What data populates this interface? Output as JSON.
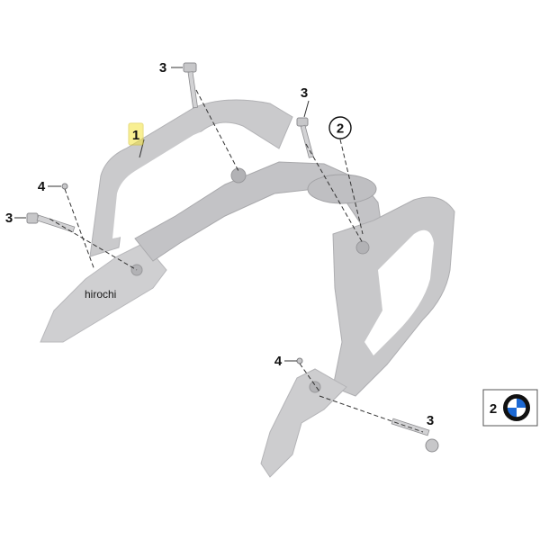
{
  "diagram": {
    "callouts": {
      "part_1": "1",
      "part_2": "2",
      "bolt_top": "3",
      "bolt_center": "3",
      "bolt_left": "3",
      "bolt_bottom_right": "3",
      "washer_left": "4",
      "washer_right": "4"
    },
    "watermark": "hirochi",
    "logo_box": {
      "ref_number": "2"
    },
    "colors": {
      "part_fill": "#c9c9cb",
      "part_shadow": "#a9a9ac",
      "callout_highlight": "#f3e23a",
      "logo_blue": "#1c69d4"
    }
  }
}
